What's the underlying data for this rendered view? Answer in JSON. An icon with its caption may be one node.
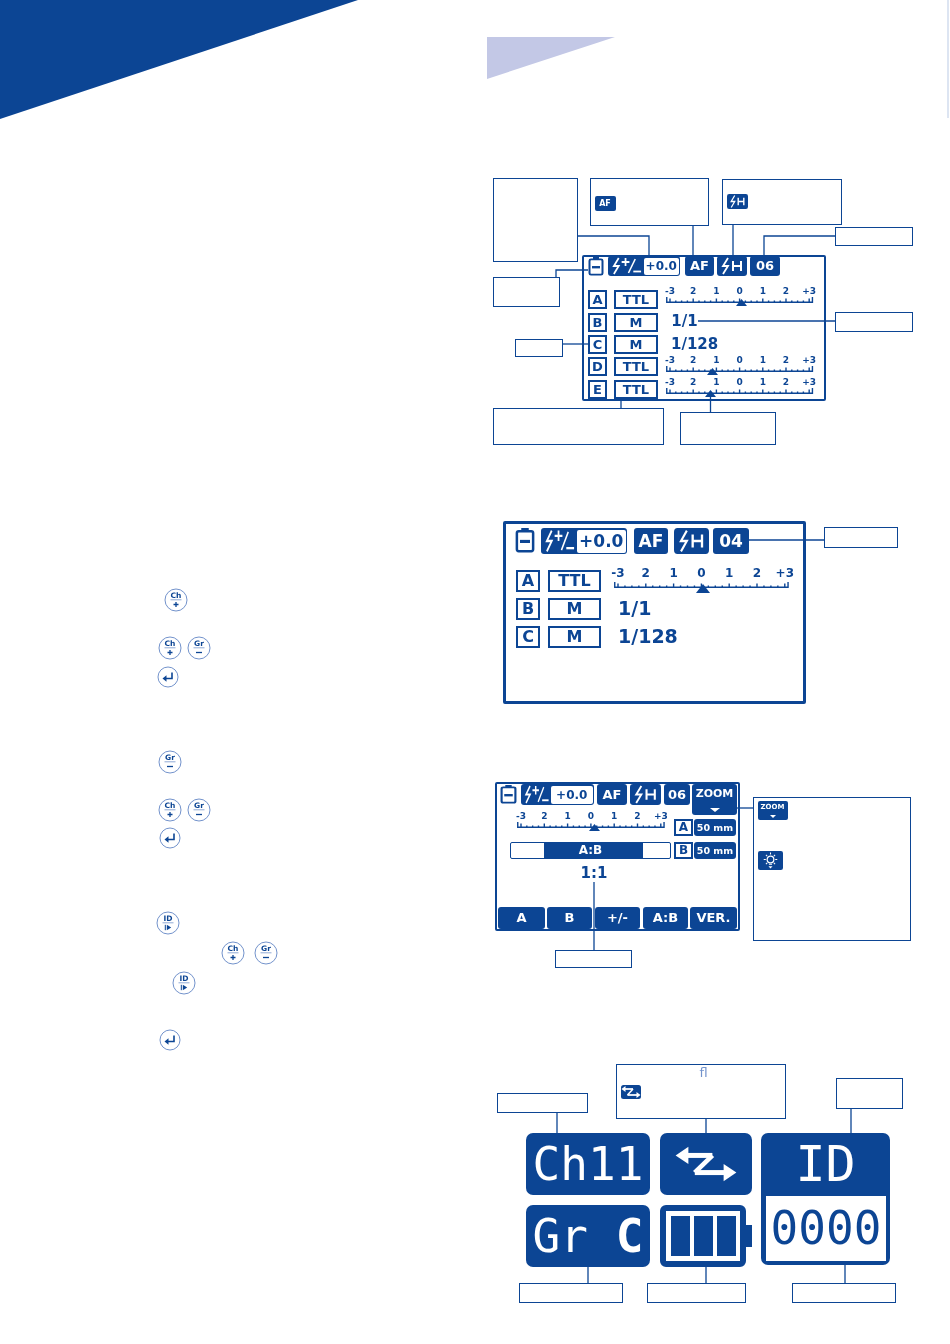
{
  "diagram": {
    "nodes": [
      {
        "text": [],
        "shape": "box"
      },
      {
        "text": [
          "AF"
        ]
      },
      {
        "text": [],
        "shape": "box"
      },
      {
        "text": [],
        "shape": "box"
      },
      {
        "text": [],
        "shape": "box"
      },
      {
        "text": [],
        "shape": "box"
      },
      {
        "text": [],
        "shape": "box"
      },
      {
        "text": [],
        "shape": "box"
      },
      {
        "text": [],
        "shape": "battery",
        "in": 7
      },
      {
        "text": [
          "+0.0"
        ],
        "in": 7
      },
      {
        "text": [
          "AF"
        ],
        "in": 7
      },
      {
        "text": [],
        "shape": "picture",
        "in": 7
      },
      {
        "text": [
          "06"
        ],
        "in": 7
      },
      {
        "text": [
          "A"
        ],
        "in": 7
      },
      {
        "text": [
          "TTL"
        ],
        "in": 7
      },
      {
        "text": [
          "B"
        ],
        "in": 7
      },
      {
        "text": [
          "M"
        ],
        "in": 7
      },
      {
        "text": [
          "1/1"
        ],
        "in": 7
      },
      {
        "text": [
          "C"
        ],
        "in": 7
      },
      {
        "text": [
          "M"
        ],
        "in": 7
      },
      {
        "text": [
          "D"
        ],
        "in": 7
      },
      {
        "text": [
          "TTL"
        ],
        "in": 7
      },
      {
        "text": [
          "E"
        ],
        "in": 7
      },
      {
        "text": [
          "TTL"
        ],
        "in": 7
      },
      {
        "text": [],
        "shape": "triangle",
        "in": 7
      },
      {
        "text": [],
        "shape": "box"
      },
      {
        "text": [],
        "shape": "box"
      },
      {
        "text": [],
        "shape": "box"
      },
      {
        "text": [],
        "shape": "battery",
        "in": 27
      },
      {
        "text": [
          "+0.0"
        ],
        "in": 27
      },
      {
        "text": [
          "AF"
        ],
        "in": 27
      },
      {
        "text": [],
        "shape": "picture",
        "in": 27
      },
      {
        "text": [
          "04"
        ],
        "in": 27
      },
      {
        "text": [
          "A"
        ],
        "in": 27
      },
      {
        "text": [
          "TTL"
        ],
        "in": 27
      },
      {
        "text": [
          "B"
        ],
        "in": 27
      },
      {
        "text": [
          "M"
        ],
        "in": 27
      },
      {
        "text": [
          "C"
        ],
        "in": 27
      },
      {
        "text": [
          "M"
        ],
        "in": 27
      },
      {
        "text": [],
        "shape": "box"
      },
      {
        "text": [],
        "shape": "box"
      },
      {
        "text": [],
        "shape": "battery",
        "in": 40
      },
      {
        "text": [
          "+0.0"
        ],
        "in": 40
      },
      {
        "text": [
          "AF"
        ],
        "in": 40
      },
      {
        "text": [],
        "shape": "picture",
        "in": 40
      },
      {
        "text": [
          "06"
        ],
        "in": 40
      },
      {
        "text": [
          "ZOOM"
        ],
        "in": 40
      },
      {
        "text": [
          "ZOOM"
        ]
      },
      {
        "text": [
          "A"
        ],
        "in": 40
      },
      {
        "text": [
          "50 mm"
        ],
        "in": 40
      },
      {
        "text": [
          "A:B"
        ],
        "in": 40
      },
      {
        "text": [
          "B"
        ],
        "in": 40
      },
      {
        "text": [
          "50 mm"
        ],
        "in": 40
      },
      {
        "text": [
          "1:1"
        ],
        "in": 40
      },
      {
        "text": [
          "A"
        ],
        "in": 40
      },
      {
        "text": [
          "B"
        ],
        "in": 40
      },
      {
        "text": [
          "+/-"
        ],
        "in": 40
      },
      {
        "text": [
          "A:B"
        ],
        "in": 40
      },
      {
        "text": [
          "VER."
        ],
        "in": 40
      },
      {
        "text": [],
        "shape": "box"
      },
      {
        "text": [],
        "shape": "box"
      },
      {
        "text": [
          "ﬂ"
        ]
      },
      {
        "text": [],
        "shape": "box"
      },
      {
        "text": [
          "Ch11"
        ]
      },
      {
        "text": [],
        "shape": "box"
      },
      {
        "text": [
          "ID"
        ]
      },
      {
        "text": [
          "0000"
        ],
        "in": 65
      },
      {
        "text": [
          "Gr **C**"
        ]
      },
      {
        "text": [],
        "shape": "battery"
      },
      {
        "text": [],
        "shape": "box"
      },
      {
        "text": [],
        "shape": "box"
      },
      {
        "text": [],
        "shape": "box"
      }
    ],
    "edges": [
      {
        "from": 0,
        "to": 9,
        "arrow": "none"
      },
      {
        "from": 1,
        "to": 10,
        "arrow": "none"
      },
      {
        "from": 2,
        "to": 11,
        "arrow": "none"
      },
      {
        "from": 3,
        "to": 12,
        "arrow": "none"
      },
      {
        "from": 4,
        "to": 8,
        "arrow": "none"
      },
      {
        "from": 5,
        "to": 17,
        "arrow": "none"
      },
      {
        "from": 6,
        "to": 18,
        "arrow": "none"
      },
      {
        "from": 25,
        "to": 23,
        "arrow": "none"
      },
      {
        "from": 26,
        "to": 24,
        "arrow": "none"
      },
      {
        "from": 39,
        "to": 32,
        "arrow": "none"
      },
      {
        "from": 47,
        "to": 46,
        "arrow": "none"
      },
      {
        "from": 59,
        "to": 53,
        "arrow": "none"
      },
      {
        "from": 60,
        "to": 63,
        "arrow": "none"
      },
      {
        "from": 61,
        "to": 64,
        "arrow": "none"
      },
      {
        "from": 62,
        "to": 65,
        "arrow": "none"
      },
      {
        "from": 69,
        "to": 67,
        "arrow": "none"
      },
      {
        "from": 70,
        "to": 68,
        "arrow": "none"
      },
      {
        "from": 71,
        "to": 66,
        "arrow": "none"
      }
    ],
    "labels": [
      "Ch",
      "Ch",
      "Gr",
      "Gr",
      "Ch",
      "Gr",
      "ID",
      "Ch",
      "Gr",
      "ID",
      "-3",
      "2",
      "1",
      "0",
      "1",
      "2",
      "+3",
      "1/128",
      "-3",
      "2",
      "1",
      "0",
      "1",
      "2",
      "+3",
      "-3",
      "2",
      "1",
      "0",
      "1",
      "2",
      "+3",
      "-3",
      "2",
      "1",
      "0",
      "1",
      "2",
      "+3",
      "1/1",
      "1/128",
      "-3",
      "2",
      "1",
      "0",
      "1",
      "2",
      "+3"
    ]
  }
}
